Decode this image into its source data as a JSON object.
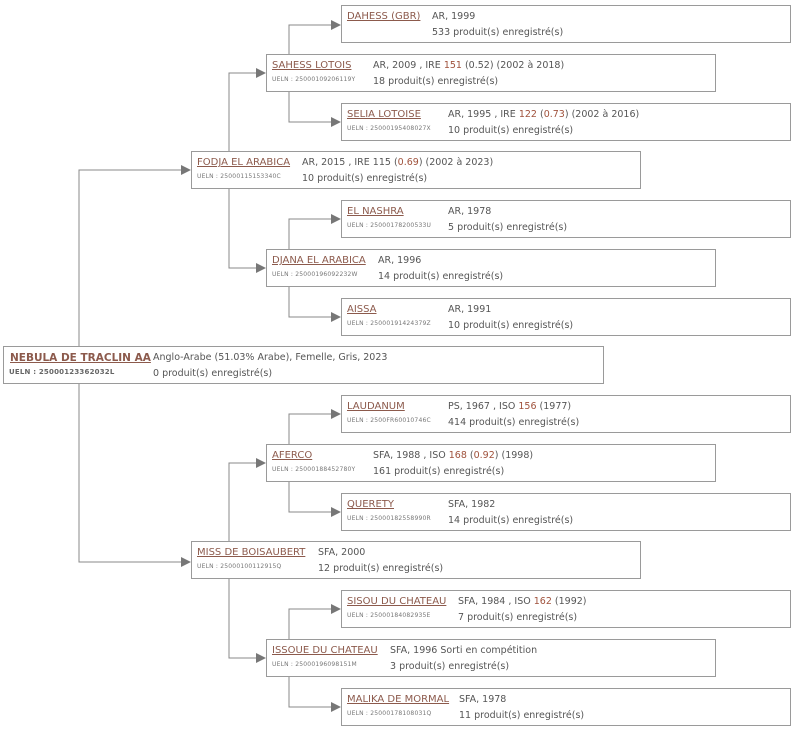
{
  "root": {
    "name": "NEBULA DE TRACLIN AA",
    "ueln": "UELN : 25000123362032L",
    "line1": "Anglo-Arabe (51.03% Arabe), Femelle, Gris, 2023",
    "line2": "0 produit(s) enregistré(s)"
  },
  "sire": {
    "name": "FODJA EL ARABICA",
    "ueln": "UELN : 25000115153340C",
    "line1_pre": "AR, 2015 , IRE 115 (",
    "line1_hl": "0.69",
    "line1_post": ") (2002 à 2023)",
    "line2": "10 produit(s) enregistré(s)"
  },
  "sire_sire": {
    "name": "SAHESS LOTOIS",
    "ueln": "UELN : 25000109206119Y",
    "line1_pre": "AR, 2009 , IRE ",
    "line1_hl1": "151",
    "line1_mid": " (0.52) (2002 à 2018)",
    "line2": "18 produit(s) enregistré(s)"
  },
  "sire_sire_sire": {
    "name": "DAHESS (GBR)",
    "line1": "AR, 1999",
    "line2": "533 produit(s) enregistré(s)"
  },
  "sire_sire_dam": {
    "name": "SELIA LOTOISE",
    "ueln": "UELN : 25000195408027X",
    "line1_pre": "AR, 1995 , IRE ",
    "line1_hl1": "122",
    "line1_mid": " (",
    "line1_hl2": "0.73",
    "line1_post": ") (2002 à 2016)",
    "line2": "10 produit(s) enregistré(s)"
  },
  "sire_dam": {
    "name": "DJANA EL ARABICA",
    "ueln": "UELN : 25000196092232W",
    "line1": "AR, 1996",
    "line2": "14 produit(s) enregistré(s)"
  },
  "sire_dam_sire": {
    "name": "EL NASHRA",
    "ueln": "UELN : 25000178200533U",
    "line1": "AR, 1978",
    "line2": "5 produit(s) enregistré(s)"
  },
  "sire_dam_dam": {
    "name": "AISSA",
    "ueln": "UELN : 25000191424379Z",
    "line1": "AR, 1991",
    "line2": "10 produit(s) enregistré(s)"
  },
  "dam": {
    "name": "MISS DE BOISAUBERT",
    "ueln": "UELN : 25000100112915Q",
    "line1": "SFA, 2000",
    "line2": "12 produit(s) enregistré(s)"
  },
  "dam_sire": {
    "name": "AFERCO",
    "ueln": "UELN : 25000188452780Y",
    "line1_pre": "SFA, 1988 , ISO ",
    "line1_hl1": "168",
    "line1_mid": " (",
    "line1_hl2": "0.92",
    "line1_post": ") (1998)",
    "line2": "161 produit(s) enregistré(s)"
  },
  "dam_sire_sire": {
    "name": "LAUDANUM",
    "ueln": "UELN : 2500FR60010746C",
    "line1_pre": "PS, 1967 , ISO ",
    "line1_hl1": "156",
    "line1_post": " (1977)",
    "line2": "414 produit(s) enregistré(s)"
  },
  "dam_sire_dam": {
    "name": "QUERETY",
    "ueln": "UELN : 25000182558990R",
    "line1": "SFA, 1982",
    "line2": "14 produit(s) enregistré(s)"
  },
  "dam_dam": {
    "name": "ISSOUE DU CHATEAU",
    "ueln": "UELN : 25000196098151M",
    "line1": "SFA, 1996 Sorti en compétition",
    "line2": "3 produit(s) enregistré(s)"
  },
  "dam_dam_sire": {
    "name": "SISOU DU CHATEAU",
    "ueln": "UELN : 25000184082935E",
    "line1_pre": "SFA, 1984 , ISO ",
    "line1_hl1": "162",
    "line1_post": " (1992)",
    "line2": "7 produit(s) enregistré(s)"
  },
  "dam_dam_dam": {
    "name": "MALIKA DE MORMAL",
    "ueln": "UELN : 25000178108031Q",
    "line1": "SFA, 1978",
    "line2": "11 produit(s) enregistré(s)"
  }
}
